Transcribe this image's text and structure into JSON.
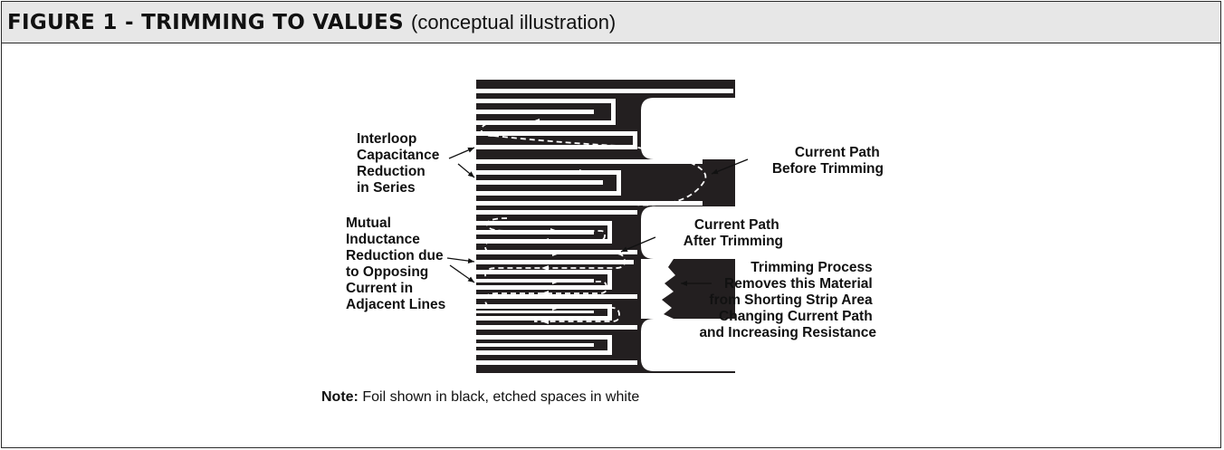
{
  "figure": {
    "title": "FIGURE 1 - TRIMMING TO VALUES",
    "subtitle": "(conceptual illustration)",
    "colors": {
      "foil": "#231f20",
      "etched": "#ffffff",
      "header_bg": "#e7e7e7",
      "border": "#2b2b2b"
    }
  },
  "labels": {
    "interloop": [
      "Interloop",
      "Capacitance",
      "Reduction",
      "in Series"
    ],
    "current_before": [
      "Current Path",
      "Before Trimming"
    ],
    "mutual": [
      "Mutual",
      "Inductance",
      "Reduction due",
      "to Opposing",
      "Current in",
      "Adjacent Lines"
    ],
    "current_after": [
      "Current Path",
      "After Trimming"
    ],
    "trimming": [
      "Trimming Process",
      "Removes this Material",
      "from Shorting Strip Area",
      "Changing Current Path",
      "and Increasing Resistance"
    ]
  },
  "note": {
    "label": "Note:",
    "text": "Foil shown in black, etched spaces in white"
  }
}
